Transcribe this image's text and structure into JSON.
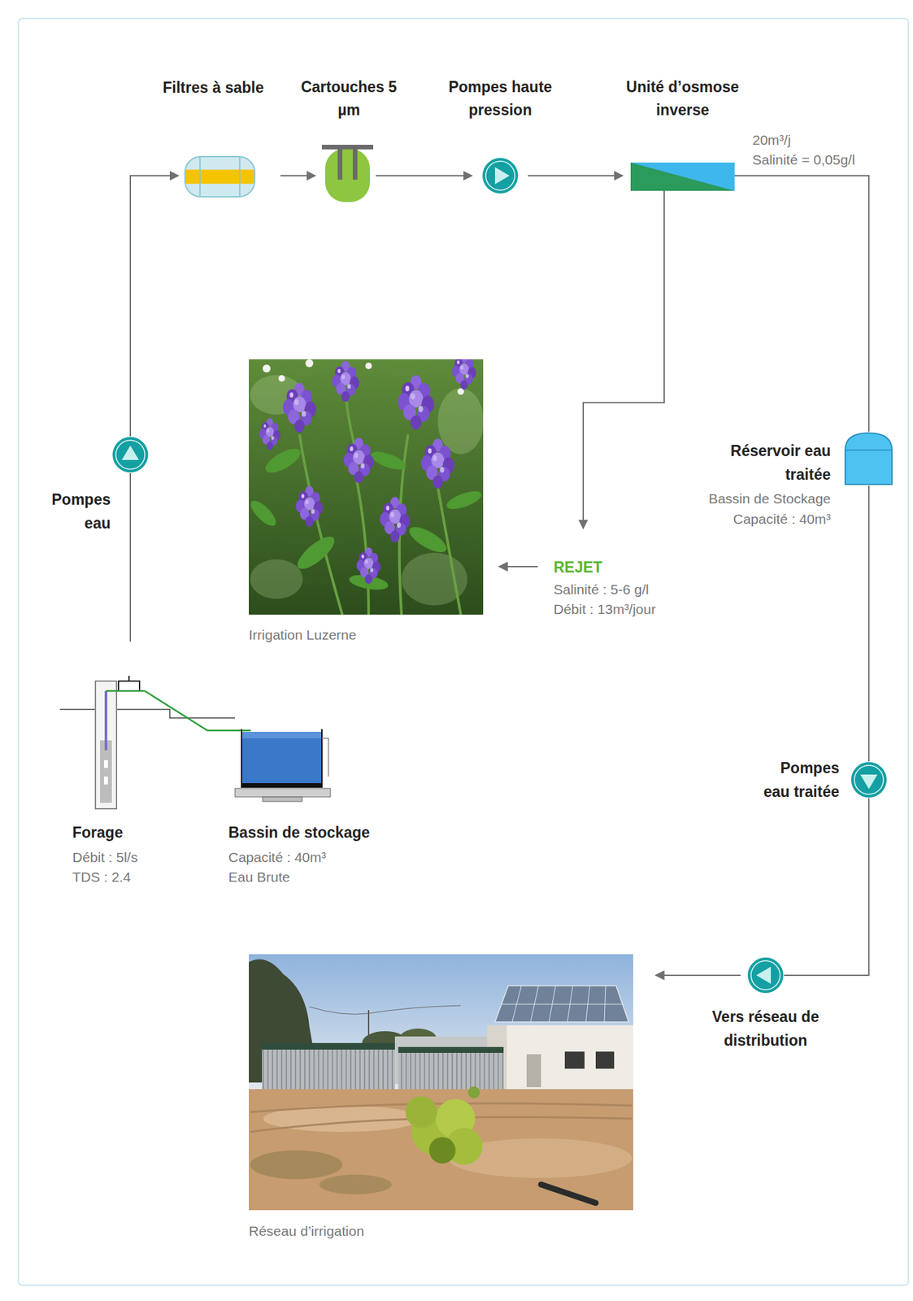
{
  "diagram": {
    "nodes": [
      {
        "text": [
          "Filtres à sable"
        ]
      },
      {
        "text": [
          "Cartouches 5 µm"
        ]
      },
      {
        "text": [
          "Pompes haute pression"
        ]
      },
      {
        "text": [
          "Unité d’osmose inverse"
        ]
      },
      {
        "text": [
          "Pompes eau"
        ]
      },
      {
        "text": [
          "Irrigation Luzerne"
        ]
      },
      {
        "text": [
          "REJET",
          "Salinité : 5-6 g/l",
          "Débit : 13m³/jour"
        ]
      },
      {
        "text": [
          "Réservoir eau traitée",
          "Bassin de Stockage",
          "Capacité : 40m³"
        ]
      },
      {
        "text": [
          "Forage",
          "Débit : 5l/s",
          "TDS : 2.4"
        ]
      },
      {
        "text": [
          "Bassin de stockage",
          "Capacité : 40m³",
          "Eau Brute"
        ]
      },
      {
        "text": [
          "Pompes eau traitée"
        ]
      },
      {
        "text": [
          "Vers réseau de distribution"
        ]
      },
      {
        "text": [
          "Réseau d’irrigation"
        ]
      }
    ],
    "edges": [
      {
        "from": 8,
        "to": 4,
        "arrow": "none"
      },
      {
        "from": 4,
        "to": 0,
        "arrow": "to"
      },
      {
        "from": 0,
        "to": 1,
        "arrow": "to"
      },
      {
        "from": 1,
        "to": 2,
        "arrow": "to"
      },
      {
        "from": 2,
        "to": 3,
        "arrow": "to"
      },
      {
        "from": 3,
        "to": 6,
        "arrow": "to"
      },
      {
        "from": 6,
        "to": 5,
        "arrow": "to"
      },
      {
        "from": 3,
        "to": 7,
        "arrow": "none"
      },
      {
        "from": 7,
        "to": 10,
        "arrow": "none"
      },
      {
        "from": 10,
        "to": 11,
        "arrow": "none"
      },
      {
        "from": 11,
        "to": 12,
        "arrow": "to"
      },
      {
        "from": 8,
        "to": 9,
        "arrow": "none"
      }
    ],
    "labels": [
      "20m³/j",
      "Salinité = 0,05g/l"
    ]
  }
}
